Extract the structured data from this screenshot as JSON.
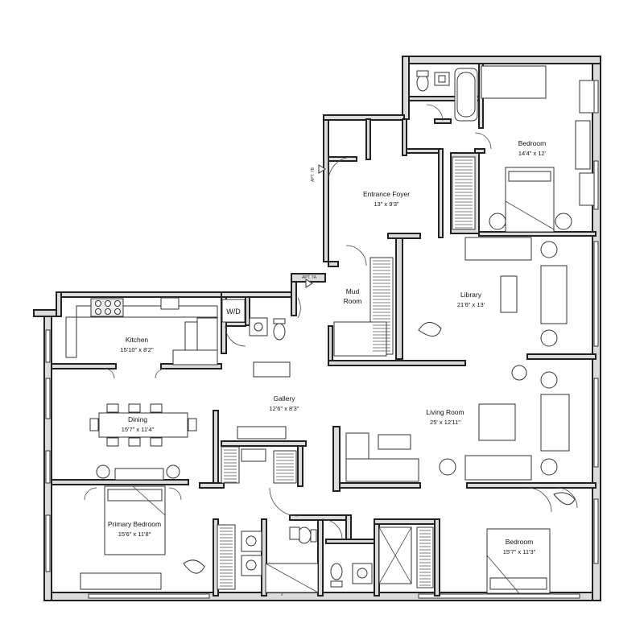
{
  "rooms": [
    {
      "id": "bedroom-ne",
      "name": "Bedroom",
      "dims": "14'4\" x 12'"
    },
    {
      "id": "entrance-foyer",
      "name": "Entrance Foyer",
      "dims": "13\" x 9'3\""
    },
    {
      "id": "mud-room",
      "name": "Mud",
      "name2": "Room"
    },
    {
      "id": "library",
      "name": "Library",
      "dims": "21'6\" x 13'"
    },
    {
      "id": "kitchen",
      "name": "Kitchen",
      "dims": "15'10\" x 8'2\""
    },
    {
      "id": "gallery",
      "name": "Gallery",
      "dims": "12'6\" x 8'3\""
    },
    {
      "id": "dining",
      "name": "Dining",
      "dims": "15'7\" x 11'4\""
    },
    {
      "id": "living-room",
      "name": "Living Room",
      "dims": "25' x 12'11\""
    },
    {
      "id": "primary-bedroom",
      "name": "Primary Bedroom",
      "dims": "15'6\" x 11'8\""
    },
    {
      "id": "bedroom-se",
      "name": "Bedroom",
      "dims": "15'7\" x 11'3\""
    }
  ],
  "labels": {
    "wd": "W/D",
    "apt_top": "APT. 7B",
    "apt_mid": "APT. 7A"
  }
}
